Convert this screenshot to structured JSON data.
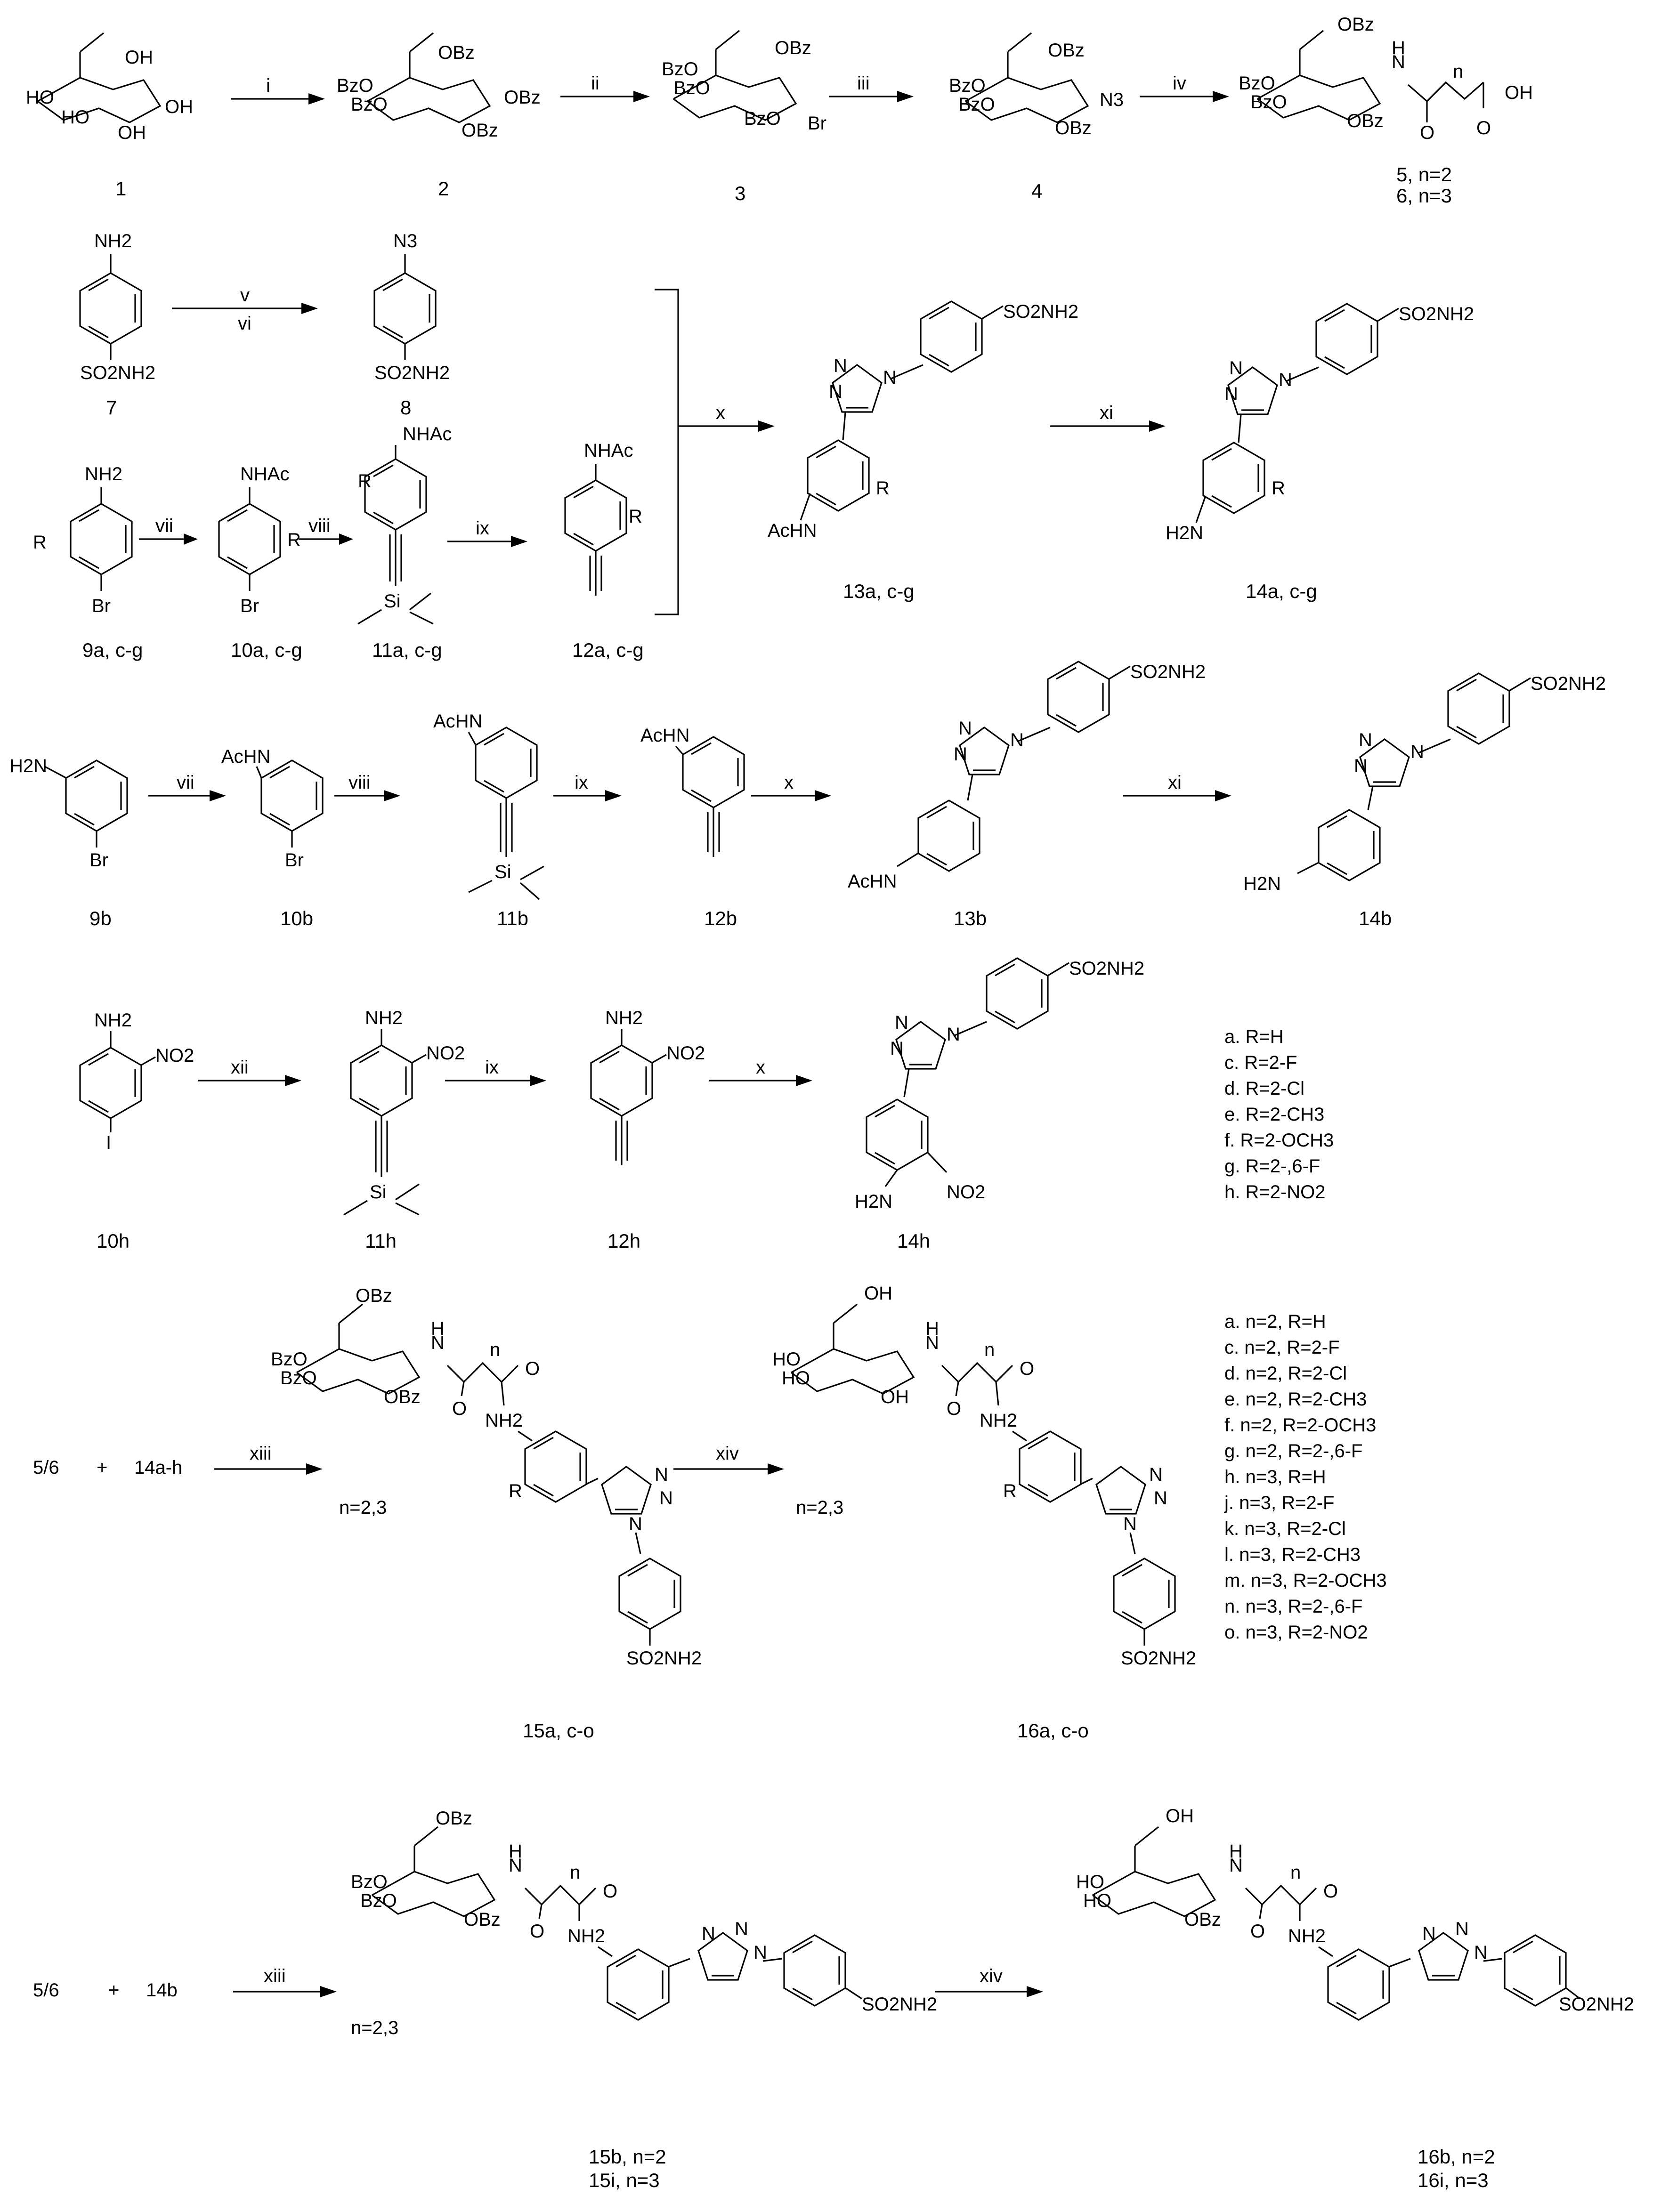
{
  "compounds": {
    "c1": "1",
    "c2": "2",
    "c3": "3",
    "c4": "4",
    "c5": "5, n=2",
    "c6": "6, n=3",
    "c7": "7",
    "c8": "8",
    "c9acg": "9a, c-g",
    "c10acg": "10a, c-g",
    "c11acg": "11a, c-g",
    "c12acg": "12a, c-g",
    "c13acg": "13a, c-g",
    "c14acg": "14a, c-g",
    "c9b": "9b",
    "c10b": "10b",
    "c11b": "11b",
    "c12b": "12b",
    "c13b": "13b",
    "c14b": "14b",
    "c10h": "10h",
    "c11h": "11h",
    "c12h": "12h",
    "c14h": "14h",
    "c15aco": "15a, c-o",
    "c16aco": "16a, c-o",
    "c15b": "15b, n=2",
    "c15i": "15i, n=3",
    "c16b": "16b, n=2",
    "c16i": "16i, n=3"
  },
  "conditions": {
    "i": "i",
    "ii": "ii",
    "iii": "iii",
    "iv": "iv",
    "v": "v",
    "vi": "vi",
    "vii": "vii",
    "viii": "viii",
    "ix": "ix",
    "x": "x",
    "xi": "xi",
    "xii": "xii",
    "xiii": "xiii",
    "xiv": "xiv"
  },
  "reactants": {
    "sugar_acids": "5/6",
    "plus": "+",
    "amines_all": "14a-h",
    "amine_b": "14b",
    "n_values": "n=2,3"
  },
  "legend_r": [
    "a. R=H",
    "c. R=2-F",
    "d. R=2-Cl",
    "e. R=2-CH3",
    "f. R=2-OCH3",
    "g. R=2-,6-F",
    "h. R=2-NO2"
  ],
  "legend_nr": [
    "a. n=2, R=H",
    "c. n=2, R=2-F",
    "d. n=2, R=2-Cl",
    "e. n=2, R=2-CH3",
    "f. n=2, R=2-OCH3",
    "g. n=2, R=2-,6-F",
    "h. n=3, R=H",
    "j. n=3, R=2-F",
    "k. n=3, R=2-Cl",
    "l. n=3, R=2-CH3",
    "m. n=3, R=2-OCH3",
    "n. n=3, R=2-,6-F",
    "o. n=3, R=2-NO2"
  ],
  "groups": {
    "OH": "OH",
    "HO": "HO",
    "OBz": "OBz",
    "BzO": "BzO",
    "Br": "Br",
    "I": "I",
    "N3": "N3",
    "NH2": "NH2",
    "H2N": "H2N",
    "NHAc": "NHAc",
    "AcHN": "AcHN",
    "SO2NH2": "SO2NH2",
    "NO2": "NO2",
    "Si": "Si",
    "R": "R",
    "N": "N",
    "H": "H",
    "O": "O",
    "n": "n"
  }
}
